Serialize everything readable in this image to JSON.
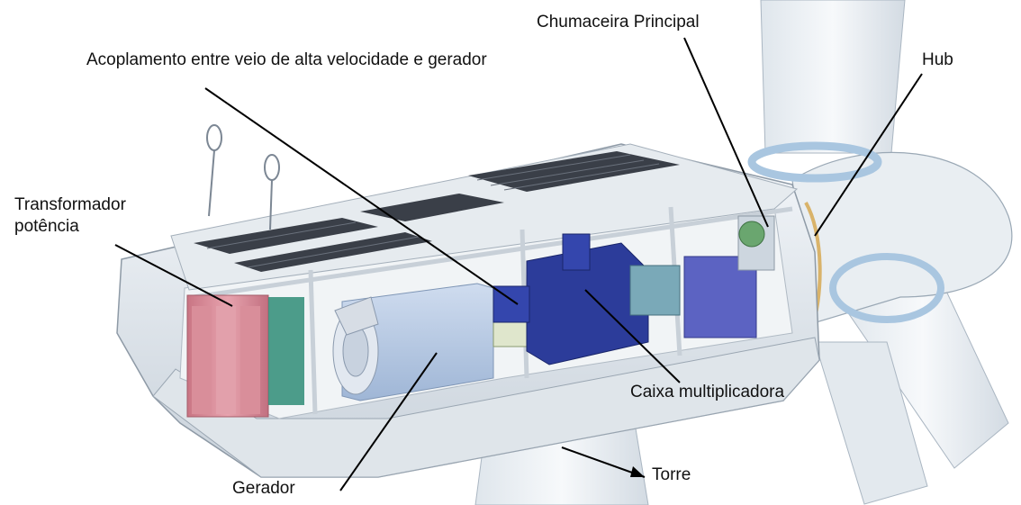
{
  "labels": {
    "transformer_line1": "Transformador",
    "transformer_line2": "potência",
    "coupling": "Acoplamento entre veio de alta velocidade e gerador",
    "main_bearing": "Chumaceira Principal",
    "hub": "Hub",
    "gearbox": "Caixa multiplicadora",
    "generator": "Gerador",
    "tower": "Torre"
  },
  "colors": {
    "nacelle_shell": "#e8edf2",
    "roof_panels": "#3a3f48",
    "transformer": "#d88a96",
    "generator": "#b8cde8",
    "gearbox": "#2c3c9a",
    "leader_line": "#000000",
    "blade": "#eef2f5",
    "bearing_ring": "#a9c6e0"
  }
}
